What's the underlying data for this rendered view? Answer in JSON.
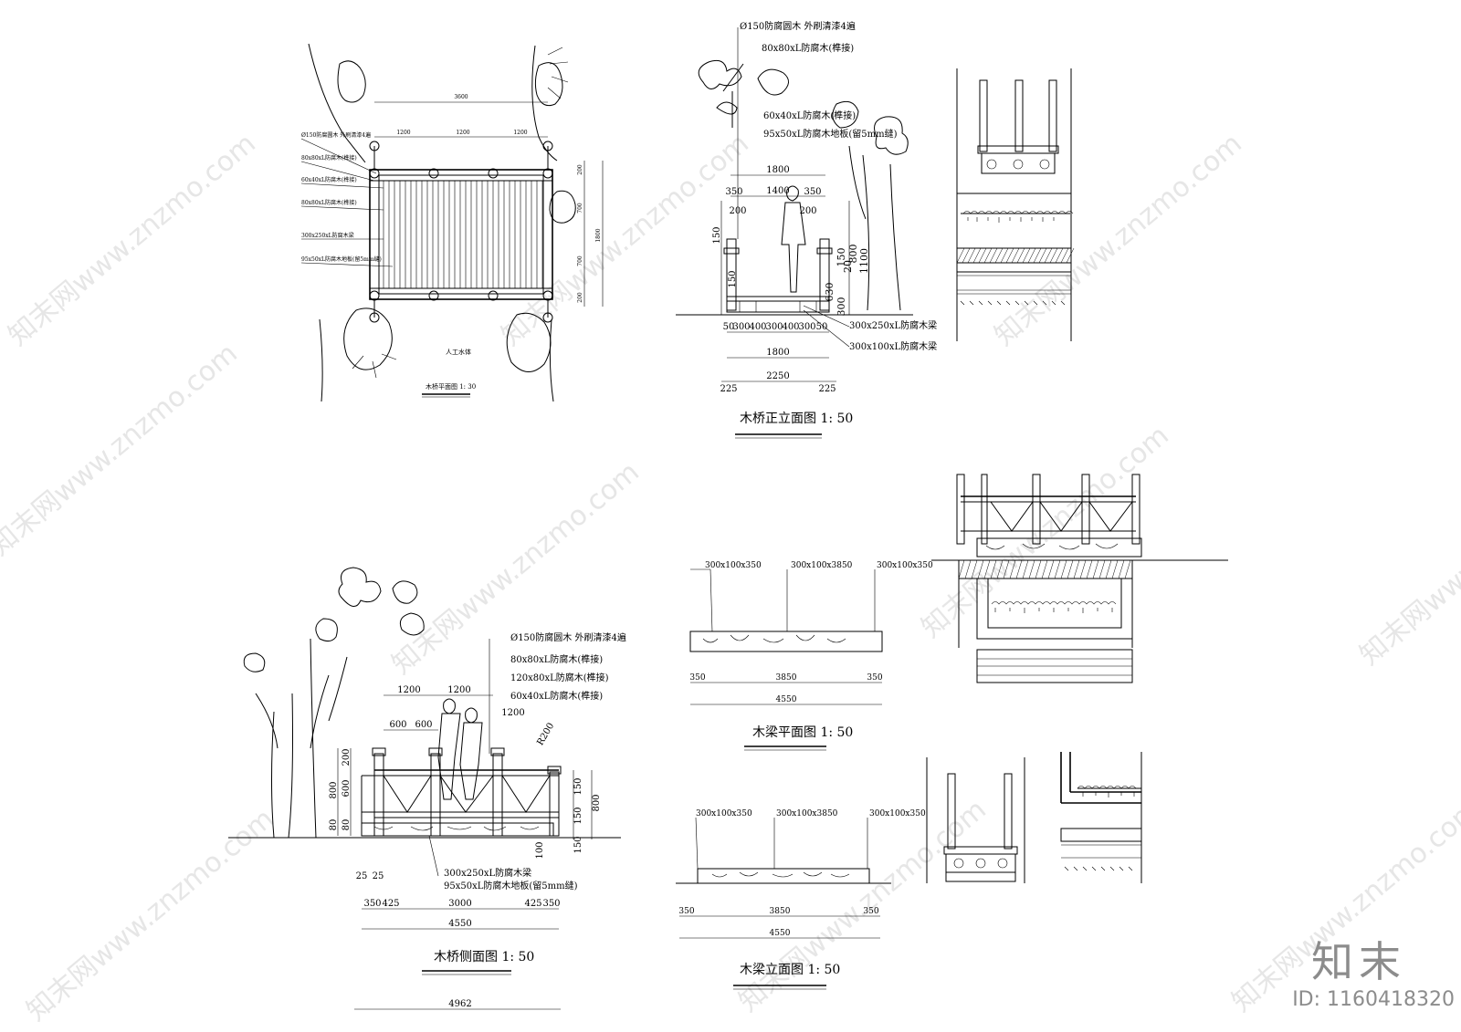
{
  "watermark": {
    "text": "知末网www.znzmo.com",
    "brand": "知末",
    "id": "ID: 1160418320"
  },
  "plan": {
    "title": "木桥平面图  1: 30",
    "water": "人工水体",
    "dims_top": [
      "3600",
      "1200",
      "1200",
      "1200"
    ],
    "dims_right": [
      "200",
      "700",
      "700",
      "200",
      "1800"
    ],
    "leaders": [
      "Ø150防腐圆木 外刷清漆4遍",
      "80x80xL防腐木(榫接)",
      "60x40xL防腐木(榫接)",
      "80x80xL防腐木(榫接)",
      "300x250xL防腐木梁",
      "95x50xL防腐木地板(留5mm缝)"
    ]
  },
  "front": {
    "title": "木桥正立面图  1: 50",
    "leaders": [
      "Ø150防腐圆木 外刷清漆4遍",
      "80x80xL防腐木(榫接)",
      "60x40xL防腐木(榫接)",
      "95x50xL防腐木地板(留5mm缝)"
    ],
    "beams": [
      "300x250xL防腐木梁",
      "300x100xL防腐木梁"
    ],
    "dims_top": [
      "1800",
      "1400",
      "350",
      "350",
      "200",
      "200"
    ],
    "dims_left": [
      "150",
      "150",
      "630"
    ],
    "dims_right": [
      "150",
      "20",
      "800",
      "1100",
      "300"
    ],
    "dims_bottom_row1": [
      "50",
      "300",
      "400",
      "300",
      "400",
      "300",
      "50"
    ],
    "dims_bottom_row2": "1800",
    "dims_bottom_row3": [
      "225",
      "2250",
      "225"
    ]
  },
  "side": {
    "title": "木桥侧面图  1: 50",
    "leaders": [
      "Ø150防腐圆木 外刷清漆4遍",
      "80x80xL防腐木(榫接)",
      "120x80xL防腐木(榫接)",
      "60x40xL防腐木(榫接)"
    ],
    "beams": [
      "300x250xL防腐木梁",
      "95x50xL防腐木地板(留5mm缝)"
    ],
    "dims_top": [
      "1200",
      "1200",
      "1200",
      "600",
      "600",
      "R200"
    ],
    "dims_left": [
      "200",
      "800",
      "600",
      "80",
      "80"
    ],
    "dims_right": [
      "150",
      "150",
      "800",
      "150",
      "100"
    ],
    "dims_bottom_row1": [
      "25",
      "25"
    ],
    "dims_bottom_row2": [
      "350",
      "425",
      "3000",
      "425",
      "350"
    ],
    "dims_bottom_row3": "4550",
    "dims_bottom_row4": "4962"
  },
  "beam_plan": {
    "title": "木梁平面图  1: 50",
    "labels": [
      "300x100x350",
      "300x100x3850",
      "300x100x350"
    ],
    "dims": [
      "350",
      "3850",
      "350"
    ],
    "total": "4550"
  },
  "beam_elev": {
    "title": "木梁立面图  1: 50",
    "labels": [
      "300x100x350",
      "300x100x3850",
      "300x100x350"
    ],
    "dims": [
      "350",
      "3850",
      "350"
    ],
    "total": "4550"
  }
}
